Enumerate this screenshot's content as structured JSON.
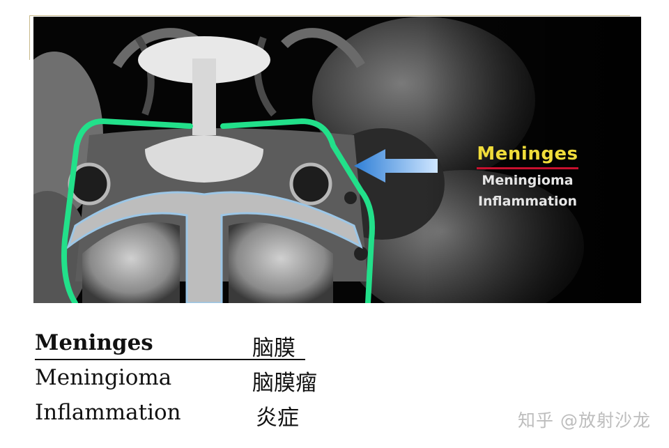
{
  "figure": {
    "title": "Meninges",
    "lines": [
      "Meningioma",
      "Inflammation"
    ],
    "colors": {
      "title": "#f0dc3a",
      "underline": "#c8102e",
      "meninges_outline": "#22e08a",
      "arrow": "#5aa8ee"
    }
  },
  "terms": [
    {
      "en": "Meninges",
      "zh": "脑膜"
    },
    {
      "en": "Meningioma",
      "zh": "脑膜瘤"
    },
    {
      "en": "Inflammation",
      "zh": "炎症"
    }
  ],
  "watermark": "知乎 @放射沙龙"
}
